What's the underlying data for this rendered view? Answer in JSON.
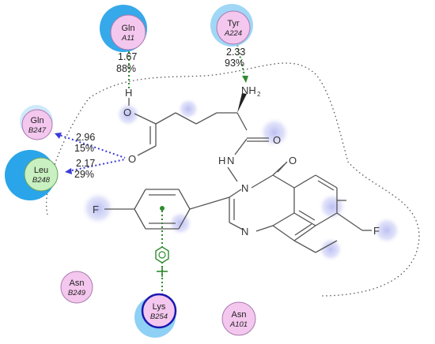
{
  "residues": {
    "gln_a11": {
      "name": "Gln",
      "chain_id": "A11"
    },
    "tyr_a224": {
      "name": "Tyr",
      "chain_id": "A224"
    },
    "gln_b247": {
      "name": "Gln",
      "chain_id": "B247"
    },
    "leu_b248": {
      "name": "Leu",
      "chain_id": "B248"
    },
    "asn_b249": {
      "name": "Asn",
      "chain_id": "B249"
    },
    "lys_b254": {
      "name": "Lys",
      "chain_id": "B254"
    },
    "asn_a101": {
      "name": "Asn",
      "chain_id": "A101"
    }
  },
  "interactions": {
    "gln_a11": {
      "distance": "1.67",
      "occupancy": "88%"
    },
    "tyr_a224": {
      "distance": "2.33",
      "occupancy": "93%"
    },
    "gln_b247": {
      "distance": "2.96",
      "occupancy": "15%"
    },
    "leu_b248": {
      "distance": "2.17",
      "occupancy": "29%"
    }
  },
  "atoms": {
    "h": "H",
    "o_hydroxyl": "O",
    "o_carbonyl_acid": "O",
    "o_amide": "O",
    "n_amide": "N",
    "h_amide": "H",
    "nh2_n": "NH",
    "nh2_sub": "2",
    "o_quinazolinone": "O",
    "n3": "N",
    "n1": "N",
    "f_phenyl": "F",
    "f_quinazoline": "F"
  },
  "colors": {
    "hbond_green": "#2e8b2e",
    "hbond_blue": "#3b3bd8",
    "polar_fill": "#f4c7ee",
    "greasy_fill": "#c8f0c0",
    "solvent_blue": "#1fa0e8",
    "exposure_blob": "#c7c9f5"
  },
  "icons": {
    "pi_cation": "pi-cation-icon"
  }
}
